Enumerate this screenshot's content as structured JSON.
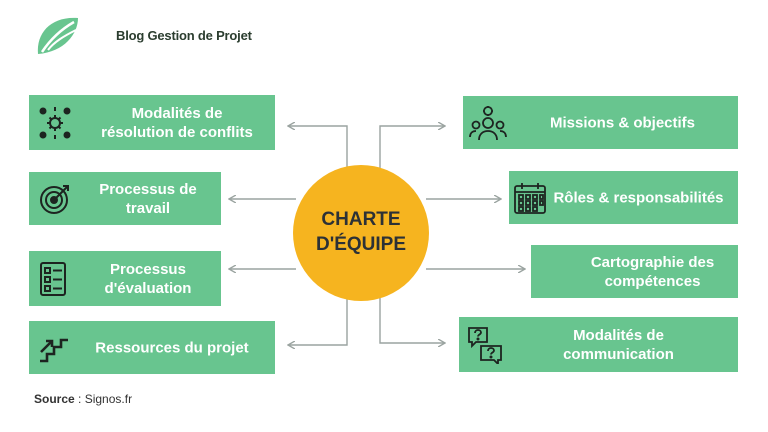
{
  "brand": {
    "name": "Blog Gestion de Projet",
    "logo_icon": "leaf-logo-icon",
    "color": "#68c58f"
  },
  "center": {
    "line1": "CHARTE",
    "line2": "D'ÉQUIPE",
    "color": "#f6b41f"
  },
  "left_items": [
    {
      "lines": [
        "Modalités de",
        "résolution de conflits"
      ],
      "icon": "conflict-gears-icon"
    },
    {
      "lines": [
        "Processus de",
        "travail"
      ],
      "icon": "target-icon"
    },
    {
      "lines": [
        "Processus",
        "d'évaluation"
      ],
      "icon": "checklist-icon"
    },
    {
      "lines": [
        "Ressources du projet"
      ],
      "icon": "stairs-arrow-icon"
    }
  ],
  "right_items": [
    {
      "lines": [
        "Missions & objectifs"
      ],
      "icon": "team-gear-icon"
    },
    {
      "lines": [
        "Rôles & responsabilités"
      ],
      "icon": "calendar-icon"
    },
    {
      "lines": [
        "Cartographie des",
        "compétences"
      ],
      "icon": ""
    },
    {
      "lines": [
        "Modalités de",
        "communication"
      ],
      "icon": "chat-question-icon"
    }
  ],
  "source": {
    "label": "Source",
    "separator": " : ",
    "value": "Signos.fr"
  },
  "colors": {
    "card": "#68c58f",
    "connector": "#9aa3a0",
    "text_dark": "#2c3136"
  }
}
